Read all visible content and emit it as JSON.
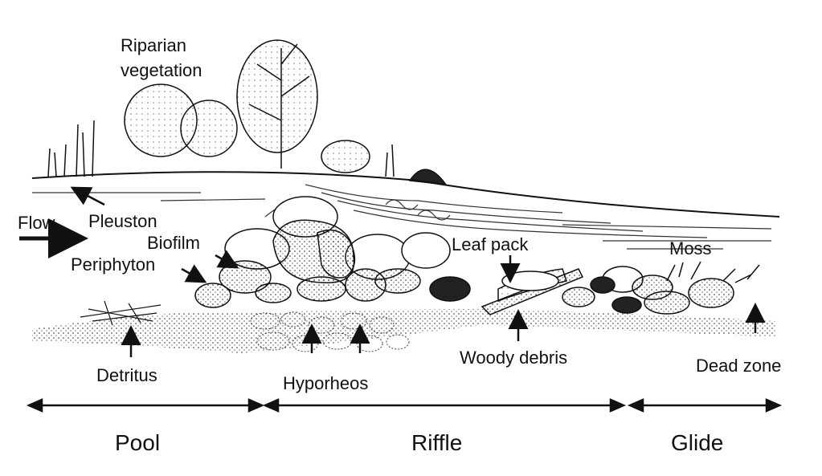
{
  "labels": {
    "riparian_line1": "Riparian",
    "riparian_line2": "vegetation",
    "flow": "Flow",
    "pleuston": "Pleuston",
    "biofilm": "Biofilm",
    "periphyton": "Periphyton",
    "leaf_pack": "Leaf pack",
    "moss": "Moss",
    "detritus": "Detritus",
    "hyporheos": "Hyporheos",
    "woody_debris": "Woody debris",
    "dead_zone": "Dead zone"
  },
  "zones": {
    "pool": "Pool",
    "riffle": "Riffle",
    "glide": "Glide"
  },
  "colors": {
    "ink": "#111111",
    "background": "#ffffff",
    "rock_fill": "#d8d8d8",
    "water_line": "#333333"
  }
}
